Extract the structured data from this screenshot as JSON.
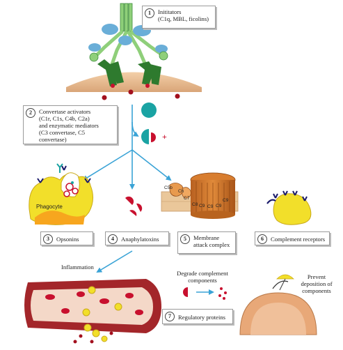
{
  "boxes": {
    "initiators": {
      "number": "1",
      "line1": "Inititators",
      "line2": "(C1q, MBL, ficolins)"
    },
    "convertase": {
      "number": "2",
      "line1": "Convertase activators",
      "line2": "(C1r, C1s, C4b, C2a)",
      "line3": "and enzymatic mediators",
      "line4": "(C3 convertase, C5 convertase)"
    },
    "opsonins": {
      "number": "3",
      "label": "Opsonins"
    },
    "anaphylatoxins": {
      "number": "4",
      "label": "Anaphylatoxins"
    },
    "mac": {
      "number": "5",
      "line1": "Membrane",
      "line2": "attack complex"
    },
    "receptors": {
      "number": "6",
      "label": "Complement receptors"
    },
    "regulatory": {
      "number": "7",
      "label": "Regulatory proteins"
    }
  },
  "labels": {
    "phagocyte": "Phagocyte",
    "inflammation": "Inflammation",
    "degrade_line1": "Degrade complement",
    "degrade_line2": "components",
    "prevent_line1": "Prevent",
    "prevent_line2": "deposition of",
    "prevent_line3": "components",
    "plus_sign": "+",
    "c5b": "C5b",
    "c6": "C6",
    "c7": "C7",
    "c8": "C8",
    "c9a": "C9",
    "c9b": "C9",
    "c9c": "C9",
    "c9d": "C9"
  },
  "colors": {
    "green": "#2e7a2e",
    "teal": "#1aa3a3",
    "blue": "#6aaed8",
    "crimson": "#c8102e",
    "yellow": "#f2df2a",
    "orange": "#c9752a",
    "tan": "#e2b98c",
    "arrow": "#3aa3d6",
    "vessel": "#a3262a"
  }
}
